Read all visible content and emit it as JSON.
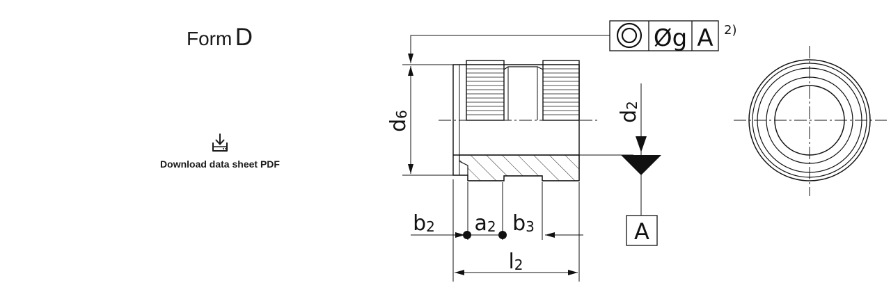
{
  "header": {
    "title_word": "Form",
    "title_letter": "D"
  },
  "download": {
    "label": "Download data sheet PDF",
    "icon": "download-icon"
  },
  "drawing": {
    "dimension_labels": {
      "d6": "d6",
      "d2": "d2",
      "b2": "b2",
      "a2": "a2",
      "b3": "b3",
      "l2": "l2"
    },
    "tolerance_frame": {
      "symbol": "concentricity-icon",
      "value": "Øg",
      "datum": "A",
      "note": "2)"
    },
    "datum_box": "A"
  }
}
